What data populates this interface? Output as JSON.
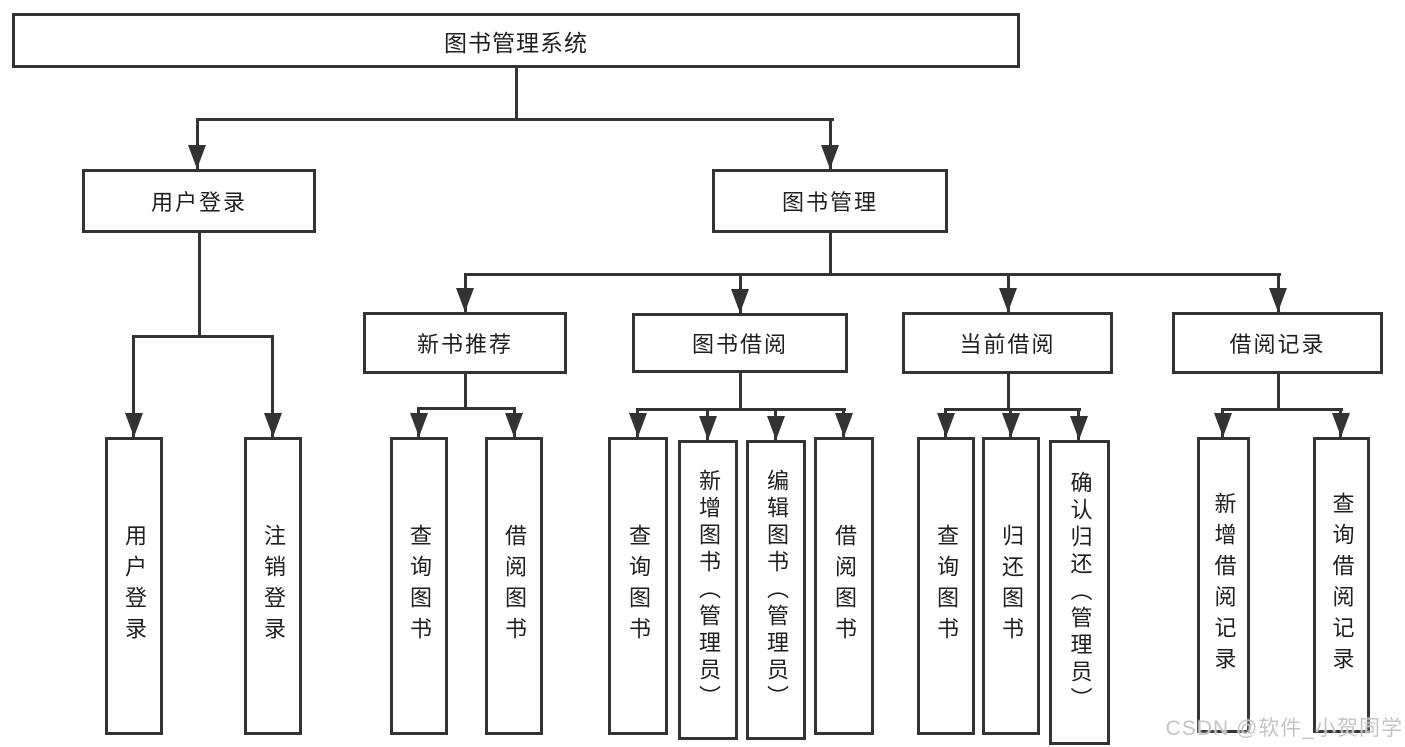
{
  "diagram": {
    "colors": {
      "line": "#333333",
      "box_background": "#ffffff",
      "text": "#1f1f1f",
      "watermark": "#c4c4c4"
    },
    "watermark": "CSDN @软件_小贺同学",
    "tree": {
      "root": "图书管理系统",
      "children": [
        {
          "label": "用户登录",
          "children": [
            "用户登录",
            "注销登录"
          ]
        },
        {
          "label": "图书管理",
          "children": [
            {
              "label": "新书推荐",
              "children": [
                "查询图书",
                "借阅图书"
              ]
            },
            {
              "label": "图书借阅",
              "children": [
                "查询图书",
                "新增图书（管理员）",
                "编辑图书（管理员）",
                "借阅图书"
              ]
            },
            {
              "label": "当前借阅",
              "children": [
                "查询图书",
                "归还图书",
                "确认归还（管理员）"
              ]
            },
            {
              "label": "借阅记录",
              "children": [
                "新增借阅记录",
                "查询借阅记录"
              ]
            }
          ]
        }
      ]
    }
  }
}
